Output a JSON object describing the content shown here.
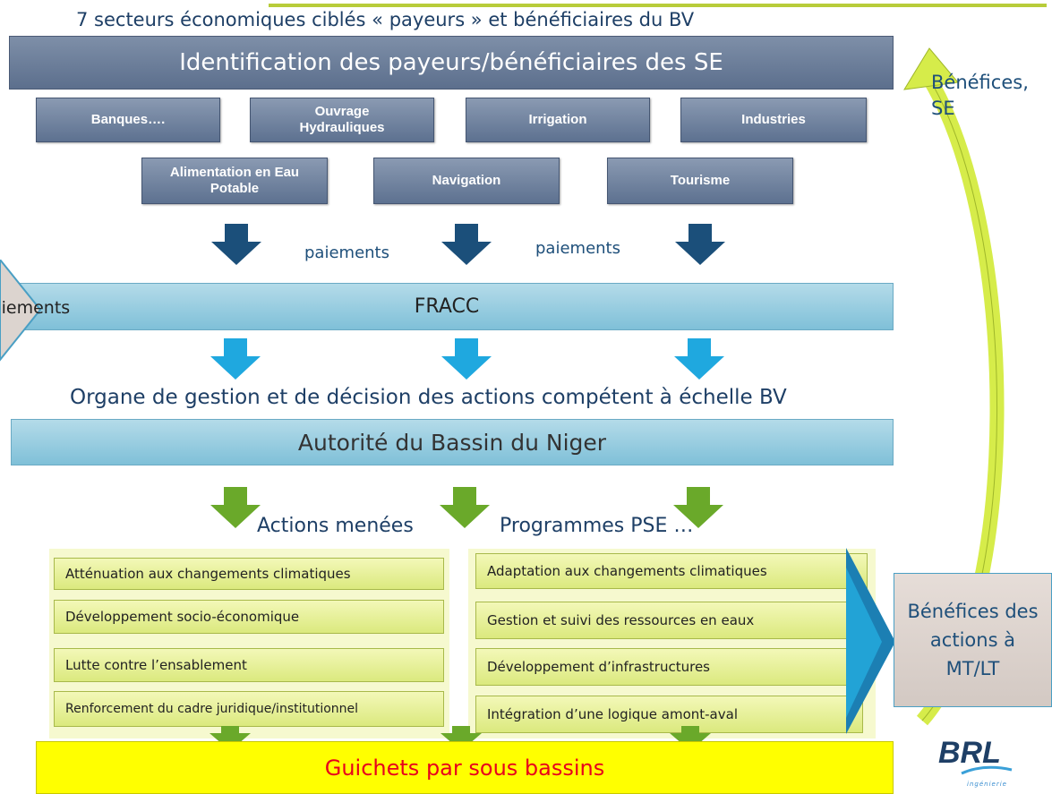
{
  "title_top": "7 secteurs économiques ciblés « payeurs » et bénéficiaires du BV",
  "identification": "Identification des payeurs/bénéficiaires des SE",
  "sectors_row1": [
    "Banques….",
    "Ouvrage Hydrauliques",
    "Irrigation",
    "Industries"
  ],
  "sectors_row2": [
    "Alimentation en Eau Potable",
    "Navigation",
    "Tourisme"
  ],
  "payments_word": "paiements",
  "payments_left_word": "aiements",
  "fracc": "FRACC",
  "organe": "Organe de gestion et de décision des actions compétent à échelle BV",
  "autorite": "Autorité du Bassin du Niger",
  "actions_label": "Actions menées",
  "programmes_label": "Programmes PSE …",
  "actions_left": [
    "Atténuation aux changements climatiques",
    "Développement socio-économique",
    "Lutte contre l’ensablement",
    "Renforcement du cadre juridique/institutionnel"
  ],
  "actions_right": [
    "Adaptation aux changements climatiques",
    "Gestion et suivi des ressources en eaux",
    "Développement d’infrastructures",
    "Intégration d’une logique amont-aval"
  ],
  "guichets": "Guichets par sous bassins",
  "benefits_actions": "Bénéfices des actions à MT/LT",
  "benefits_se_line1": "Bénéfices,",
  "benefits_se_line2": "SE",
  "logo": {
    "main": "BRL",
    "sub": "ingénierie"
  },
  "colors": {
    "dark_arrow": "#1b4f7a",
    "blue_arrow": "#1fa8df",
    "green_arrow": "#6aa92a",
    "curve_arrow": "#d6ec4a",
    "guichets_bg": "#ffff00",
    "guichets_text": "#e8001c"
  }
}
